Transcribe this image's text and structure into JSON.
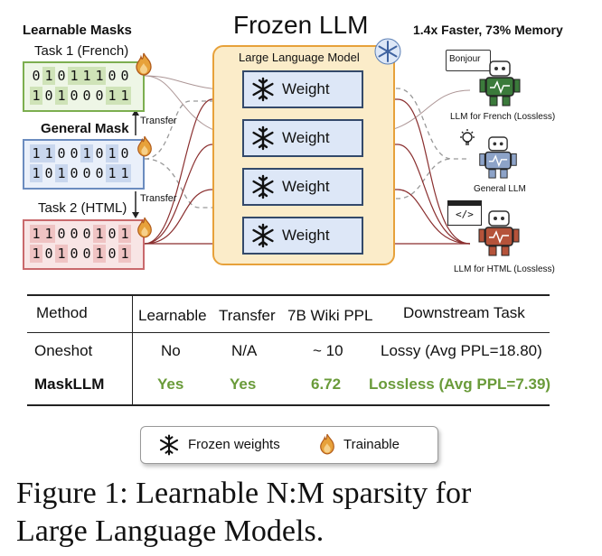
{
  "diagram": {
    "left_title": "Learnable Masks",
    "center_title": "Frozen LLM",
    "right_title": "1.4x Faster, 73% Memory",
    "llm_box_label": "Large Language Model",
    "weight_label": "Weight",
    "task1": {
      "label": "Task 1 (French)",
      "row1": "01011100",
      "row2": "10100011"
    },
    "general": {
      "label": "General Mask",
      "row1": "11001010",
      "row2": "10100011"
    },
    "task2": {
      "label": "Task 2 (HTML)",
      "row1": "11000101",
      "row2": "10100101"
    },
    "transfer_label": "Transfer",
    "outputs": {
      "french_bubble": "Bonjour",
      "french": "LLM for French (Lossless)",
      "general": "General LLM",
      "html_icon_text": "</>",
      "html": "LLM for HTML (Lossless)"
    },
    "colors": {
      "green": "#7cae4f",
      "blue": "#6b8cbf",
      "red": "#c9696c",
      "orange": "#e7a13a",
      "llm_fill": "#fbecc9"
    }
  },
  "table": {
    "headers": [
      "Method",
      "Learnable",
      "Transfer",
      "7B Wiki PPL",
      "Downstream Task"
    ],
    "rows": [
      [
        "Oneshot",
        "No",
        "N/A",
        "~ 10",
        "Lossy (Avg PPL=18.80)"
      ],
      [
        "MaskLLM",
        "Yes",
        "Yes",
        "6.72",
        "Lossless (Avg PPL=7.39)"
      ]
    ],
    "highlight_color": "#6a9b3a"
  },
  "legend": {
    "frozen": "Frozen weights",
    "trainable": "Trainable"
  },
  "caption": {
    "line1": "Figure 1:  Learnable N:M sparsity for",
    "line2": "Large Language Models."
  }
}
